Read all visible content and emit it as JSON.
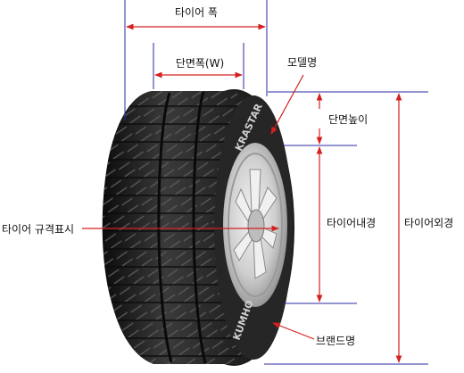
{
  "labels": {
    "tire_width": "타이어 폭",
    "section_width": "단면폭(W)",
    "model_name": "모델명",
    "section_height": "단면높이",
    "tire_spec": "타이어 규격표시",
    "inner_diameter": "타이어내경",
    "outer_diameter": "타이어외경",
    "brand_name": "브랜드명"
  },
  "sidewall_text": {
    "model": "KRASTAR",
    "brand": "KUMHO"
  },
  "colors": {
    "dimension_line": "#d42020",
    "guide_line": "#2a2aa0",
    "tire_dark": "#161616",
    "tire_mid": "#2c2c2c",
    "rim_light": "#d7d7d7",
    "label_text": "#111111"
  }
}
